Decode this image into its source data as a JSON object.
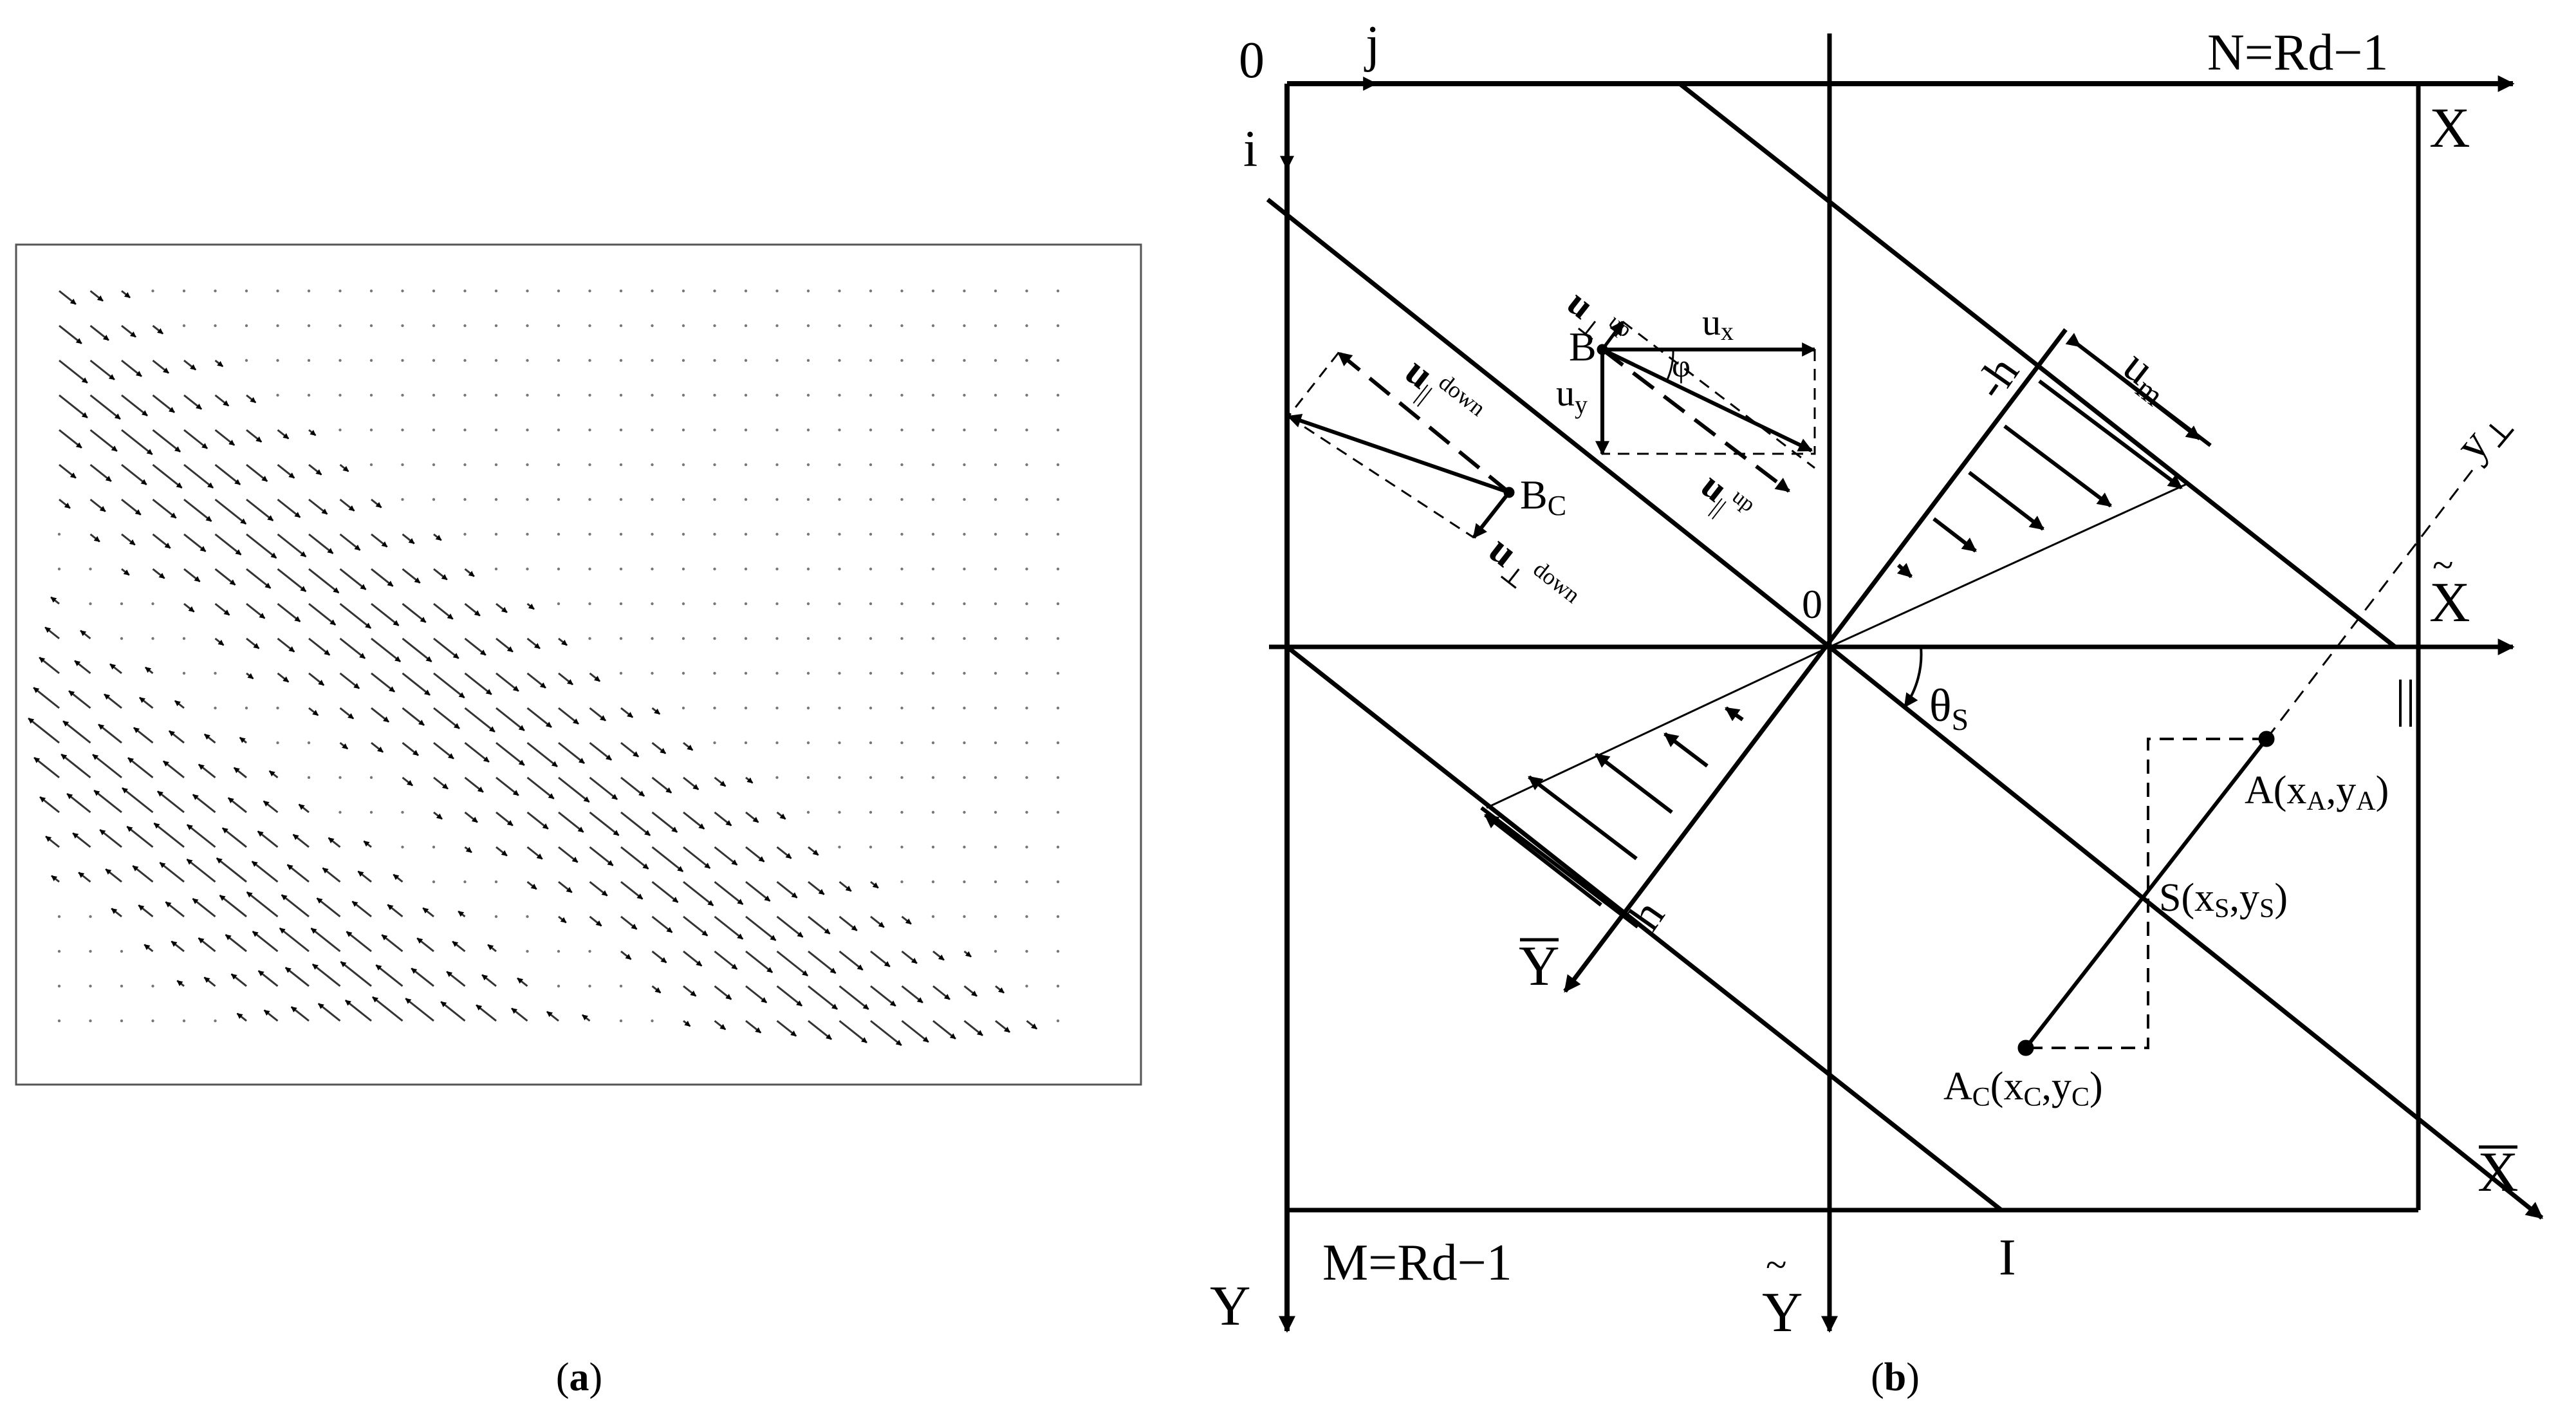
{
  "panel_a": {
    "caption_letter": "a",
    "field": {
      "rows": 22,
      "cols": 33,
      "band_direction": "upper band points down-right, lower band points up-left"
    }
  },
  "panel_b": {
    "caption_letter": "b",
    "labels": {
      "origin_top": "0",
      "j": "j",
      "i": "i",
      "N": "N=Rd−1",
      "X": "X",
      "M": "M=Rd−1",
      "Y": "Y",
      "I": "I",
      "Y_tilde": "Y",
      "X_tilde": "X",
      "X_bar": "X",
      "Y_bar": "Y",
      "center_zero": "0",
      "theta": "θ",
      "theta_sub": "S",
      "parallel": "||",
      "y_perp": "y",
      "y_perp_sub": "⊥",
      "minus_h": "-h",
      "h": "h",
      "u_m": "u",
      "u_m_sub": "m",
      "B": "B",
      "u_x": "u",
      "u_x_sub": "x",
      "u_y": "u",
      "u_y_sub": "y",
      "phi": "φ",
      "u_perp_up": "u",
      "u_perp_up_sub": "⊥",
      "u_perp_up_sup": "up",
      "u_par_up": "u",
      "u_par_up_sub": "||",
      "u_par_up_sup": "up",
      "B_C": "B",
      "B_C_sub": "C",
      "u_par_down": "u",
      "u_par_down_sub": "||",
      "u_par_down_sup": "down",
      "u_perp_down": "u",
      "u_perp_down_sub": "⊥",
      "u_perp_down_sup": "down",
      "A": "A(x",
      "A_sub1": "A",
      "A_mid": ",y",
      "A_sub2": "A",
      "A_end": ")",
      "S": "S(x",
      "S_sub1": "S",
      "S_mid": ",y",
      "S_sub2": "S",
      "S_end": ")",
      "AC": "A",
      "AC_sub0": "C",
      "AC_open": "(x",
      "AC_sub1": "C",
      "AC_mid": ",y",
      "AC_sub2": "C",
      "AC_end": ")"
    }
  }
}
